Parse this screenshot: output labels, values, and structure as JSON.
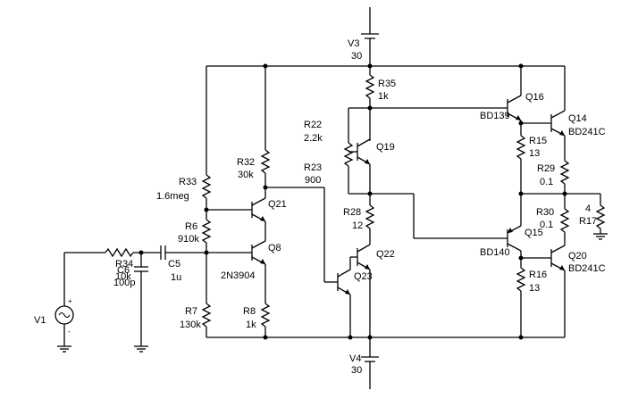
{
  "schematic": {
    "sources": {
      "v3": {
        "name": "V3",
        "value": "30"
      },
      "v4": {
        "name": "V4",
        "value": "30"
      },
      "v1": {
        "name": "V1",
        "plus": "+",
        "minus": "-"
      }
    },
    "resistors": {
      "r35": {
        "name": "R35",
        "value": "1k"
      },
      "r22": {
        "name": "R22",
        "value": "2.2k"
      },
      "r23": {
        "name": "R23",
        "value": "900"
      },
      "r32": {
        "name": "R32",
        "value": "30k"
      },
      "r33": {
        "name": "R33",
        "value": "1.6meg"
      },
      "r6": {
        "name": "R6",
        "value": "910k"
      },
      "r7": {
        "name": "R7",
        "value": "130k"
      },
      "r8": {
        "name": "R8",
        "value": "1k"
      },
      "r28": {
        "name": "R28",
        "value": "12"
      },
      "r34": {
        "name": "R34",
        "value": "10k"
      },
      "r15": {
        "name": "R15",
        "value": "13"
      },
      "r16": {
        "name": "R16",
        "value": "13"
      },
      "r29": {
        "name": "R29",
        "value": "0.1"
      },
      "r30": {
        "name": "R30",
        "value": "0.1"
      },
      "r17": {
        "name": "R17",
        "value": "4"
      }
    },
    "capacitors": {
      "c5": {
        "name": "C5",
        "value": "1u"
      },
      "c6": {
        "name": "C6",
        "value": "100p"
      }
    },
    "transistors": {
      "q21": {
        "name": "Q21"
      },
      "q8": {
        "name": "Q8",
        "part": "2N3904"
      },
      "q19": {
        "name": "Q19"
      },
      "q22": {
        "name": "Q22"
      },
      "q23": {
        "name": "Q23"
      },
      "q16": {
        "name": "Q16",
        "part": "BD139"
      },
      "q15": {
        "name": "Q15",
        "part": "BD140"
      },
      "q14": {
        "name": "Q14",
        "part": "BD241C"
      },
      "q20": {
        "name": "Q20",
        "part": "BD241C"
      }
    }
  }
}
